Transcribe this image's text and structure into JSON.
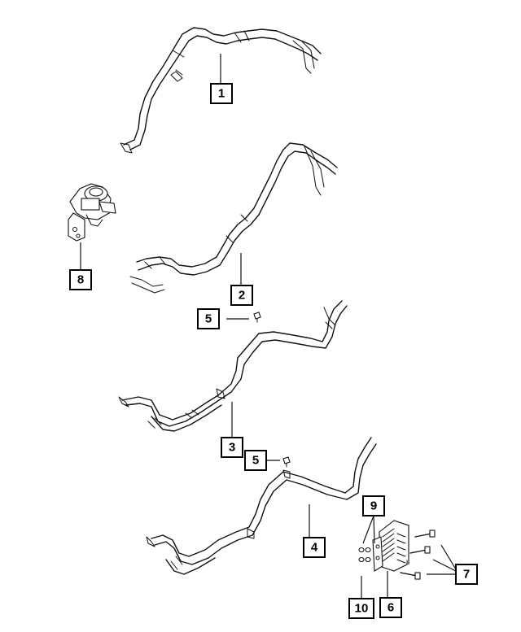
{
  "callouts": {
    "c1": "1",
    "c2": "2",
    "c3": "3",
    "c4": "4",
    "c5a": "5",
    "c5b": "5",
    "c6": "6",
    "c7": "7",
    "c8": "8",
    "c9": "9",
    "c10": "10"
  }
}
